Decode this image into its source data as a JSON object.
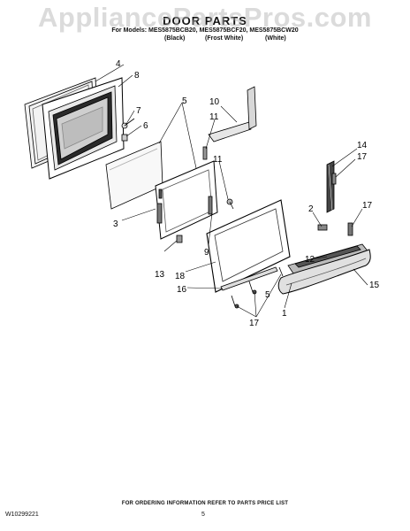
{
  "watermark": "AppliancePartsPros.com",
  "header": {
    "title": "DOOR PARTS",
    "models": "For Models: MES5875BCB20, MES5875BCF20, MES5875BCW20",
    "variants": [
      "(Black)",
      "(Frost White)",
      "(White)"
    ]
  },
  "callouts": {
    "c1": "1",
    "c2": "2",
    "c3": "3",
    "c4": "4",
    "c5a": "5",
    "c5b": "5",
    "c6": "6",
    "c7": "7",
    "c8": "8",
    "c9": "9",
    "c10": "10",
    "c11a": "11",
    "c11b": "11",
    "c12": "12",
    "c13": "13",
    "c14": "14",
    "c15": "15",
    "c16": "16",
    "c17a": "17",
    "c17b": "17",
    "c17c": "17",
    "c18": "18"
  },
  "footer": {
    "note": "FOR ORDERING INFORMATION REFER TO PARTS PRICE LIST",
    "doc_number": "W10299221",
    "page_number": "5"
  }
}
